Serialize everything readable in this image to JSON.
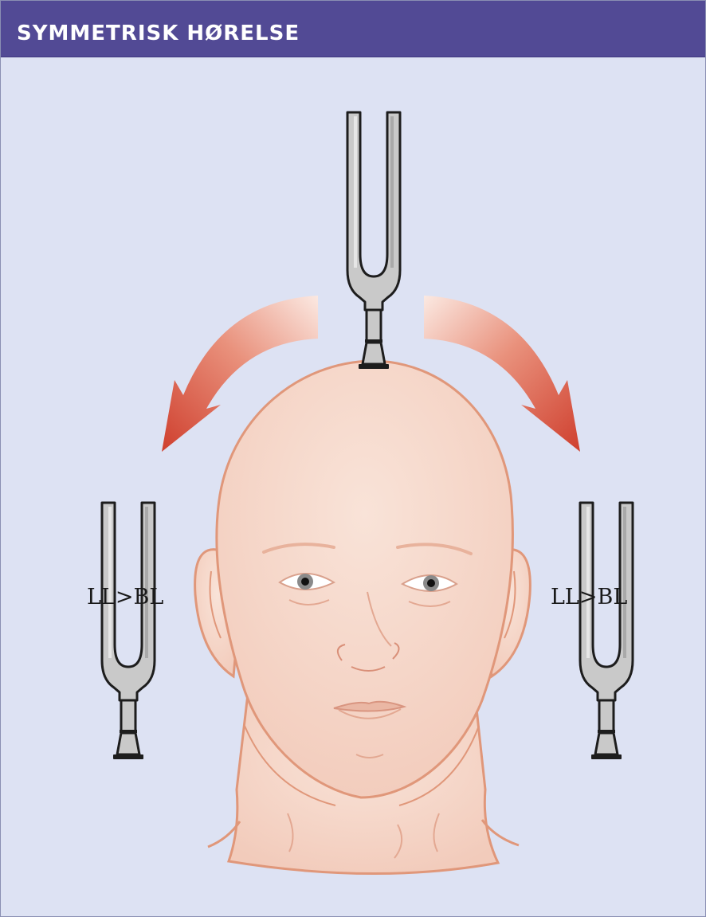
{
  "header": {
    "title": "SYMMETRISK HØRELSE"
  },
  "labels": {
    "left": "LL>BL",
    "right": "LL>BL"
  },
  "colors": {
    "header_background": "#524a95",
    "panel_background": "#dde2f3",
    "skin": "#f6dacd",
    "skin_outline": "#e0977a",
    "arrow": "#d64a3a",
    "fork_metal": "#c9c9c9"
  },
  "icons": [
    "tuning-fork-icon",
    "curved-arrow-icon",
    "head-illustration"
  ]
}
